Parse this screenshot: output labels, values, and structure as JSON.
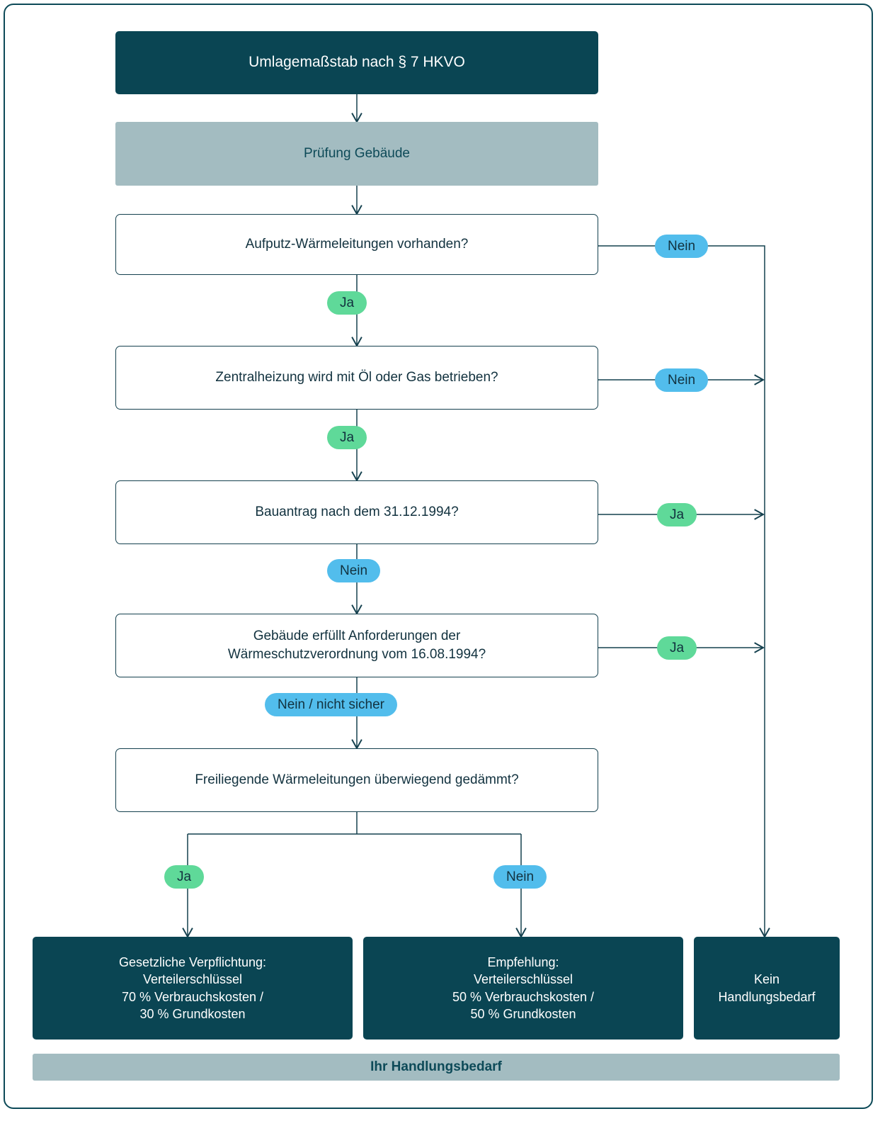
{
  "diagram": {
    "title_node": {
      "label": "Umlagemaßstab nach § 7 HKVO"
    },
    "stage_node": {
      "label": "Prüfung Gebäude"
    },
    "decisions": [
      {
        "id": "aufputz",
        "label": "Aufputz-Wärmeleitungen vorhanden?"
      },
      {
        "id": "zentralheizung",
        "label": "Zentralheizung wird mit Öl oder Gas betrieben?"
      },
      {
        "id": "bauantrag",
        "label": "Bauantrag nach dem 31.12.1994?"
      },
      {
        "id": "waermeschutz",
        "label": "Gebäude erfüllt Anforderungen der\nWärmeschutzverordnung vom 16.08.1994?"
      },
      {
        "id": "gedaemmt",
        "label": "Freiliegende Wärmeleitungen überwiegend gedämmt?"
      }
    ],
    "decision_lines": {
      "waermeschutz_line1": "Gebäude erfüllt Anforderungen der",
      "waermeschutz_line2": "Wärmeschutzverordnung vom 16.08.1994?"
    },
    "badges": [
      {
        "id": "aufputz-nein",
        "label": "Nein",
        "kind": "nein"
      },
      {
        "id": "aufputz-ja",
        "label": "Ja",
        "kind": "ja"
      },
      {
        "id": "zentralheizung-nein",
        "label": "Nein",
        "kind": "nein"
      },
      {
        "id": "zentralheizung-ja",
        "label": "Ja",
        "kind": "ja"
      },
      {
        "id": "bauantrag-ja",
        "label": "Ja",
        "kind": "ja"
      },
      {
        "id": "bauantrag-nein",
        "label": "Nein",
        "kind": "nein"
      },
      {
        "id": "waermeschutz-ja",
        "label": "Ja",
        "kind": "ja"
      },
      {
        "id": "waermeschutz-nein",
        "label": "Nein / nicht sicher",
        "kind": "nein"
      },
      {
        "id": "gedaemmt-ja",
        "label": "Ja",
        "kind": "ja"
      },
      {
        "id": "gedaemmt-nein",
        "label": "Nein",
        "kind": "nein"
      }
    ],
    "results": [
      {
        "id": "gesetzliche-verpflichtung",
        "lines": [
          "Gesetzliche Verpflichtung:",
          "Verteilerschlüssel",
          "70 % Verbrauchskosten /",
          "30 % Grundkosten"
        ]
      },
      {
        "id": "empfehlung",
        "lines": [
          "Empfehlung:",
          "Verteilerschlüssel",
          "50 % Verbrauchskosten /",
          "50 % Grundkosten"
        ]
      },
      {
        "id": "kein-handlungsbedarf",
        "lines": [
          "Kein",
          "Handlungsbedarf"
        ]
      }
    ],
    "footer": {
      "label": "Ihr Handlungsbedarf"
    },
    "colors": {
      "dark_teal": "#0a4553",
      "gray_blue": "#a3bcc1",
      "badge_green": "#5fd999",
      "badge_blue": "#52bdec",
      "line": "#14404e",
      "frame": "#0d4a58",
      "text_dark": "#12323f",
      "background": "#ffffff"
    }
  }
}
